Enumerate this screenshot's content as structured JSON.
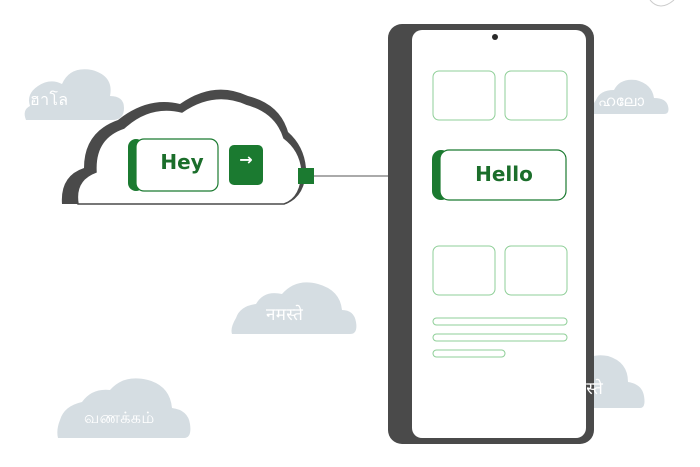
{
  "cloud_words": {
    "thai": "ฮาโล",
    "malayalam": "ഹലോ",
    "hindi": "नमस्ते",
    "hindi_right": "नमस्ते",
    "tamil": "வணக்கம்"
  },
  "source_card": {
    "text": "Hey",
    "arrow": "→"
  },
  "phone": {
    "translated_text": "Hello"
  },
  "colors": {
    "accent_green": "#1b7a30",
    "dark_frame": "#4a4a4a",
    "cloud_gray": "#d5dde2",
    "light_green_outline": "#8fcf98"
  },
  "icons": {
    "send": "arrow-right-icon"
  }
}
